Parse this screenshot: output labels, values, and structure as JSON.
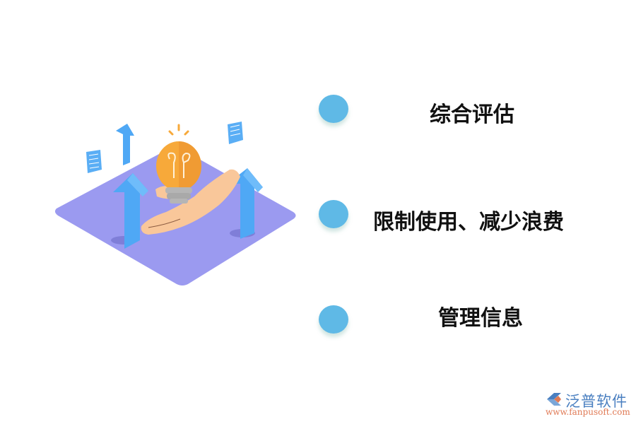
{
  "items": [
    {
      "label": "综合评估",
      "bullet_color": "#5fb9e6"
    },
    {
      "label": "限制使用、减少浪费",
      "bullet_color": "#5fb9e6"
    },
    {
      "label": "管理信息",
      "bullet_color": "#5fb9e6"
    }
  ],
  "illustration": {
    "description": "isometric purple platform with hand holding lightbulb and blue upward arrows",
    "colors": {
      "platform": "#9b9af0",
      "arrow": "#4fa8f5",
      "bulb": "#f7a93a",
      "hand": "#f9c79a",
      "base": "#b5b5b5"
    }
  },
  "logo": {
    "name": "泛普软件",
    "url": "www.fanpusoft.com"
  }
}
